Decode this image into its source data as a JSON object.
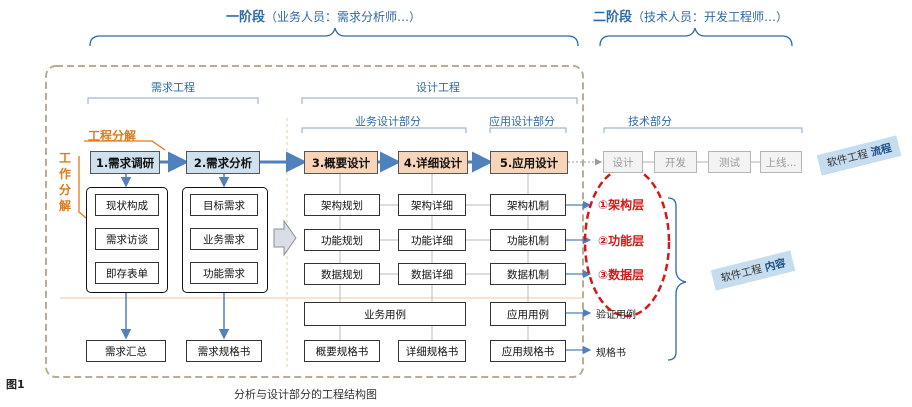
{
  "phases": {
    "phase1_title": "一阶段",
    "phase1_sub": "（业务人员：需求分析师…）",
    "phase2_title": "二阶段",
    "phase2_sub": "（技术人员：开发工程师…）"
  },
  "sections": {
    "requirements_engineering": "需求工程",
    "design_engineering": "设计工程",
    "business_design": "业务设计部分",
    "application_design": "应用设计部分",
    "technical": "技术部分"
  },
  "axes": {
    "engineering_decomposition": "工程分解",
    "work_decomposition": [
      "工",
      "作",
      "分",
      "解"
    ]
  },
  "stages": [
    {
      "label": "1.需求调研",
      "color": "blue"
    },
    {
      "label": "2.需求分析",
      "color": "blue"
    },
    {
      "label": "3.概要设计",
      "color": "orange"
    },
    {
      "label": "4.详细设计",
      "color": "orange"
    },
    {
      "label": "5.应用设计",
      "color": "orange"
    }
  ],
  "tech_stages": [
    "设计",
    "开发",
    "测试",
    "上线..."
  ],
  "groups": {
    "research": [
      "现状构成",
      "需求访谈",
      "即存表单"
    ],
    "analysis": [
      "目标需求",
      "业务需求",
      "功能需求"
    ],
    "overview_design": [
      "架构规划",
      "功能规划",
      "数据规划"
    ],
    "detail_design": [
      "架构详细",
      "功能详细",
      "数据详细"
    ],
    "app_design": [
      "架构机制",
      "功能机制",
      "数据机制"
    ]
  },
  "use_cases": {
    "business": "业务用例",
    "application": "应用用例",
    "verify": "验证用例"
  },
  "specs": {
    "summary": "需求汇总",
    "requirement_spec": "需求规格书",
    "overview_spec": "概要规格书",
    "detail_spec": "详细规格书",
    "app_spec": "应用规格书",
    "spec": "规格书"
  },
  "layers": [
    "①架构层",
    "②功能层",
    "③数据层"
  ],
  "tags": {
    "process_prefix": "软件工程 ",
    "process_strong": "流程",
    "content_prefix": "软件工程 ",
    "content_strong": "内容"
  },
  "figure": {
    "label": "图1",
    "caption": "分析与设计部分的工程结构图"
  },
  "colors": {
    "blue_header": "#cfe0ee",
    "orange_header": "#f8d4b8",
    "connector": "#4f81bd",
    "highlight_ellipse": "#d11a1a",
    "dashed_frame": "#b9ad93",
    "title_text": "#2d6aa6"
  }
}
